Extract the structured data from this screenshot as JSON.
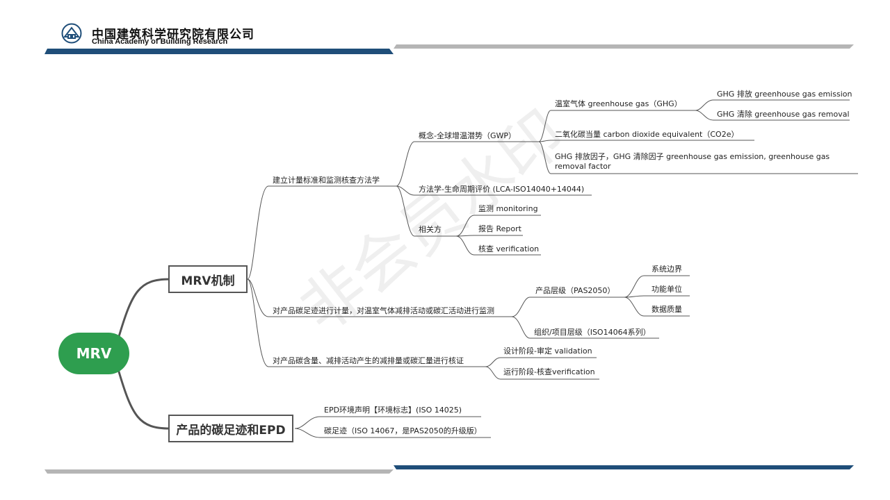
{
  "header": {
    "org_cn": "中国建筑科学研究院有限公司",
    "org_en": "China Academy of Building Research",
    "accent_color": "#1f4e79",
    "gray_color": "#b5b5b5"
  },
  "watermark": "非会员水印",
  "mindmap": {
    "root": "MRV",
    "root_color": "#2e9e4f",
    "branch1": {
      "label": "MRV机制",
      "c1": {
        "label": "建立计量标准和监测核查方法学",
        "gwp": {
          "label": "概念-全球增温潜势（GWP）",
          "ghg": {
            "label": "温室气体 greenhouse gas（GHG）",
            "emission": "GHG 排放 greenhouse gas emission",
            "removal": "GHG 清除 greenhouse gas removal"
          },
          "co2e": "二氧化碳当量 carbon dioxide equivalent（CO2e）",
          "factor": "GHG 排放因子，GHG 清除因子 greenhouse gas emission, greenhouse gas removal factor"
        },
        "lca": "方法学-生命周期评价 (LCA-ISO14040+14044)",
        "parties": {
          "label": "相关方",
          "monitoring": "监测 monitoring",
          "report": "报告 Report",
          "verification": "核查 verification"
        }
      },
      "c2": {
        "label": "对产品碳足迹进行计量，对温室气体减排活动或碳汇活动进行监测",
        "product": {
          "label": "产品层级（PAS2050）",
          "boundary": "系统边界",
          "unit": "功能单位",
          "quality": "数据质量"
        },
        "org": "组织/项目层级（ISO14064系列）"
      },
      "c3": {
        "label": "对产品碳含量、减排活动产生的减排量或碳汇量进行核证",
        "design": "设计阶段-审定 validation",
        "operation": "运行阶段-核查verification"
      }
    },
    "branch2": {
      "label": "产品的碳足迹和EPD",
      "epd": "EPD环境声明【环境标志】(ISO 14025)",
      "cf": "碳足迹（ISO 14067，是PAS2050的升级版）"
    }
  }
}
